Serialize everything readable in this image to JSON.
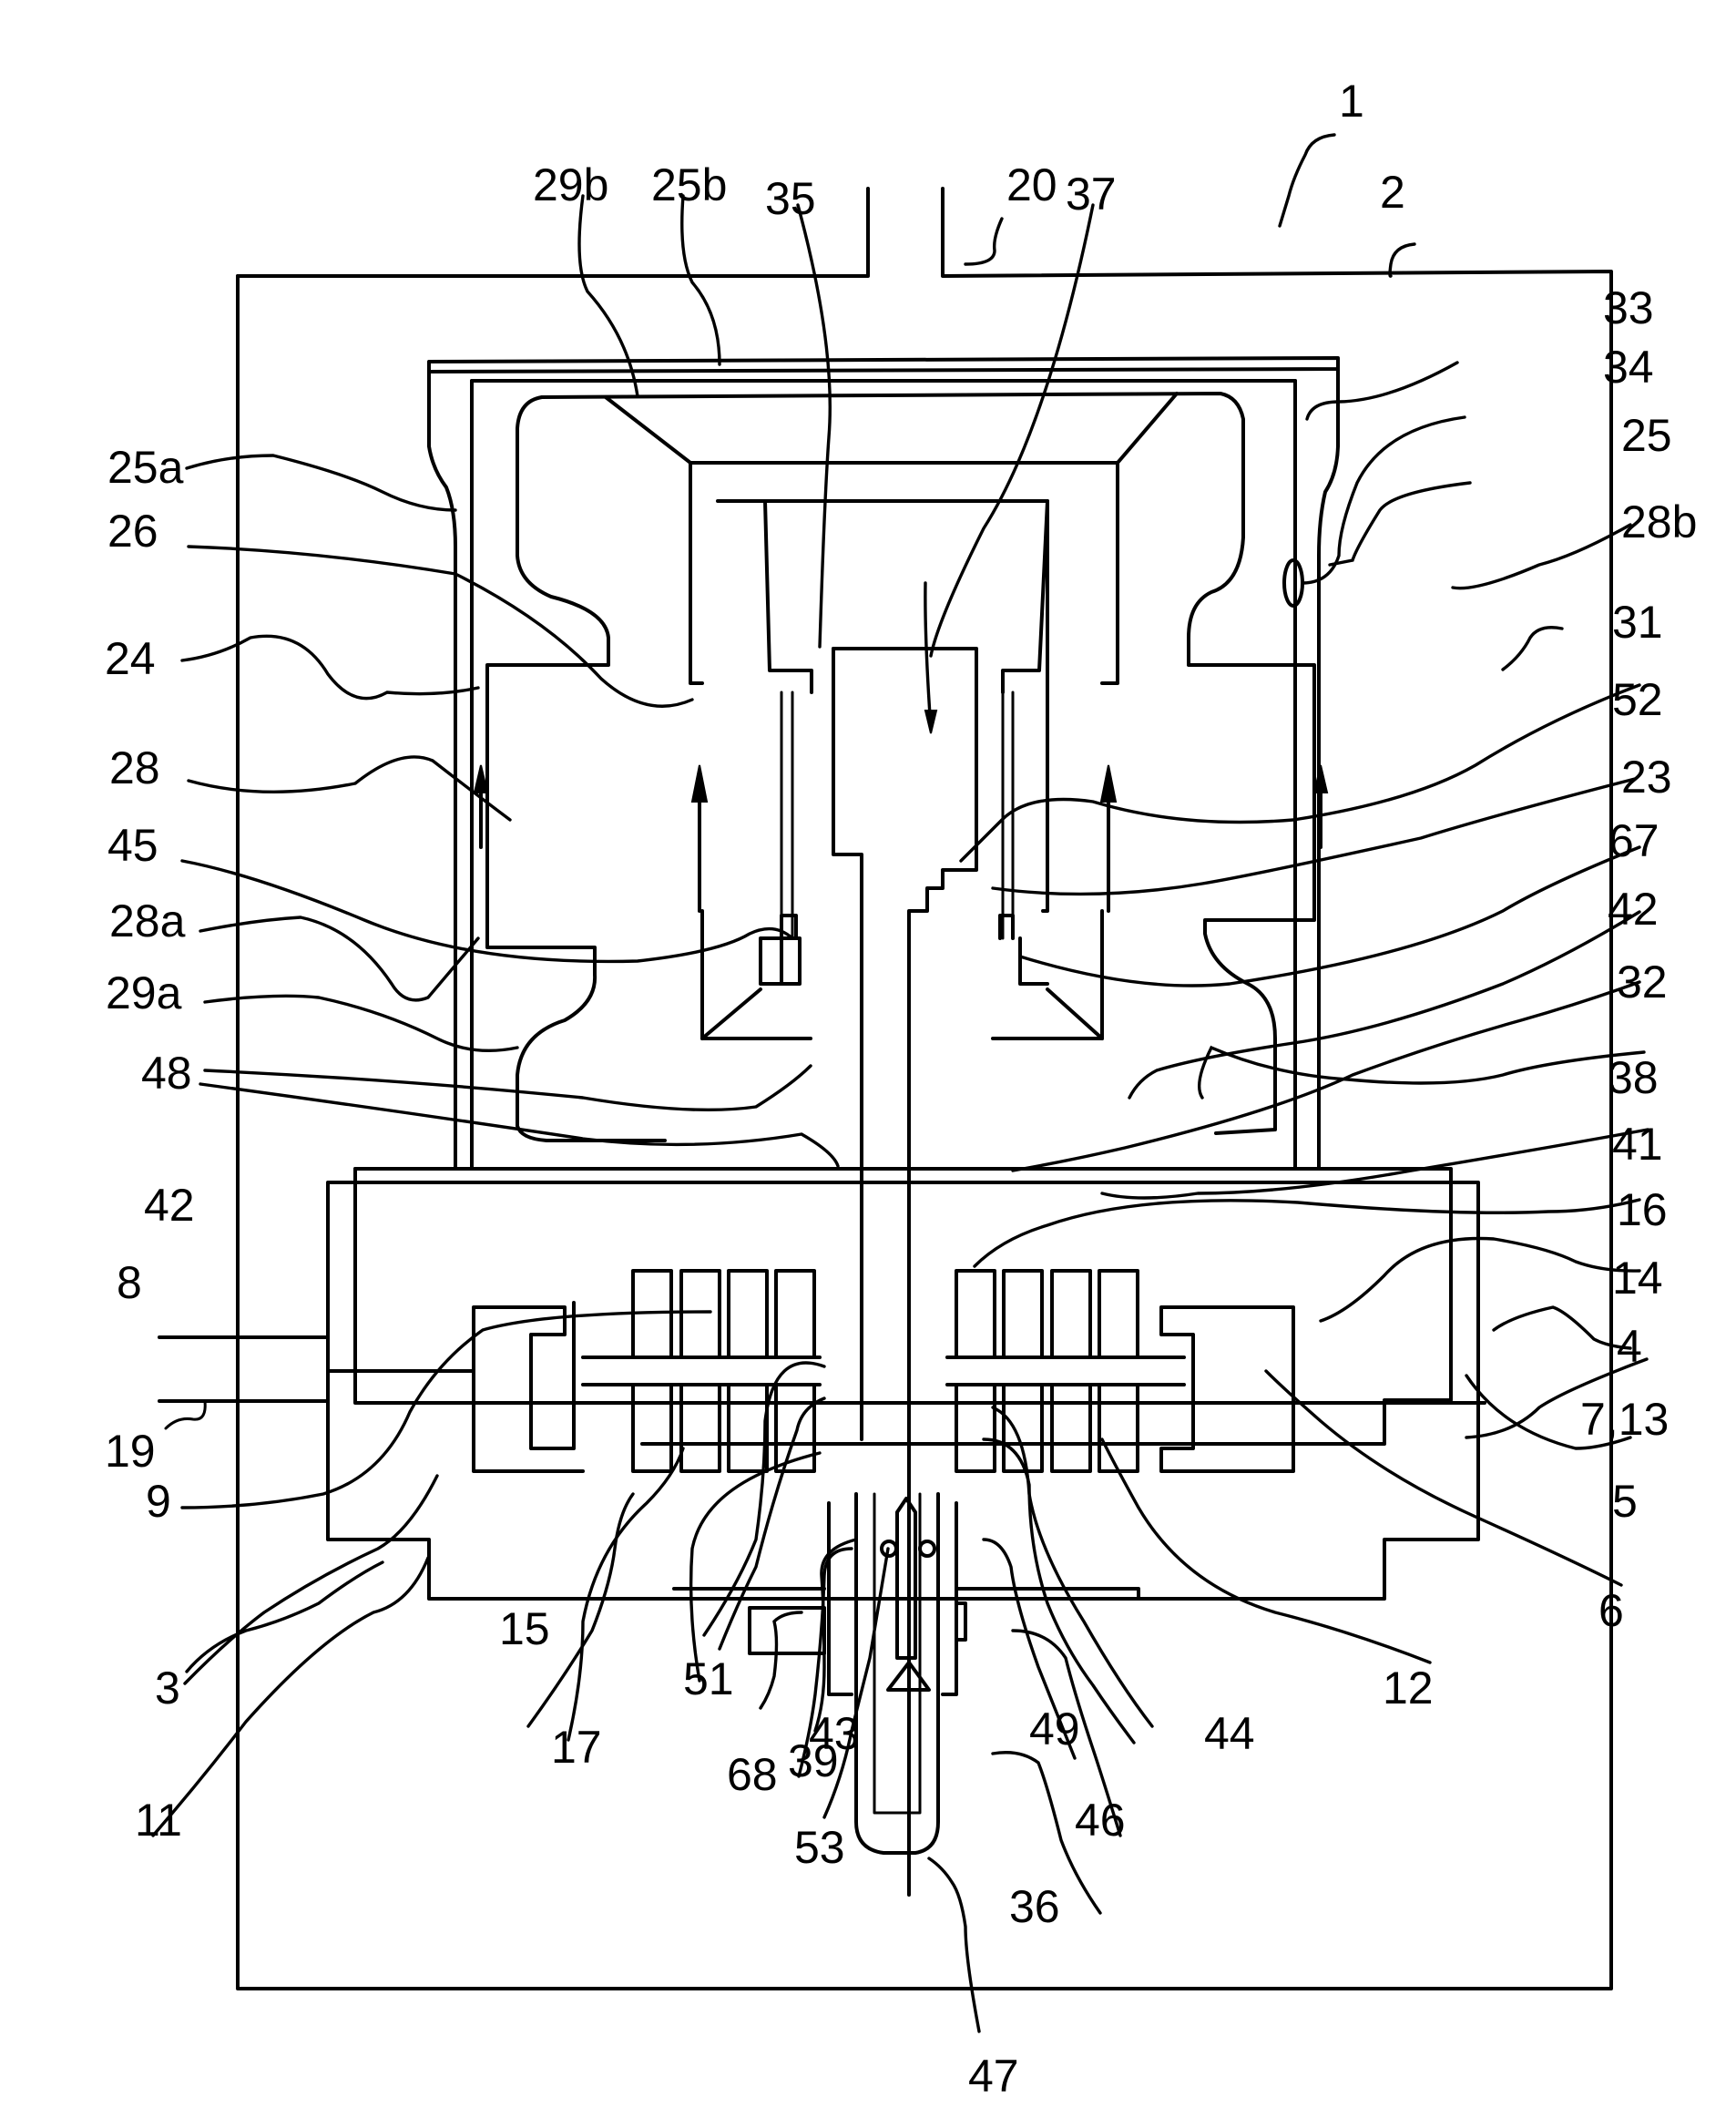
{
  "figure": {
    "type": "patent-drawing",
    "subject": "vacuum pump cross-section",
    "colors": {
      "line": "#000000",
      "background": "#ffffff"
    },
    "reference_labels": [
      "1",
      "2",
      "3",
      "4",
      "5",
      "6",
      "7,13",
      "8",
      "9",
      "11",
      "12",
      "14",
      "15",
      "16",
      "17",
      "19",
      "20",
      "23",
      "24",
      "25",
      "25a",
      "25b",
      "26",
      "28",
      "28a",
      "28b",
      "29a",
      "29b",
      "31",
      "32",
      "33",
      "34",
      "35",
      "36",
      "37",
      "38",
      "39",
      "41",
      "42",
      "42",
      "43",
      "44",
      "45",
      "46",
      "47",
      "48",
      "49",
      "51",
      "52",
      "53",
      "67",
      "68"
    ]
  }
}
